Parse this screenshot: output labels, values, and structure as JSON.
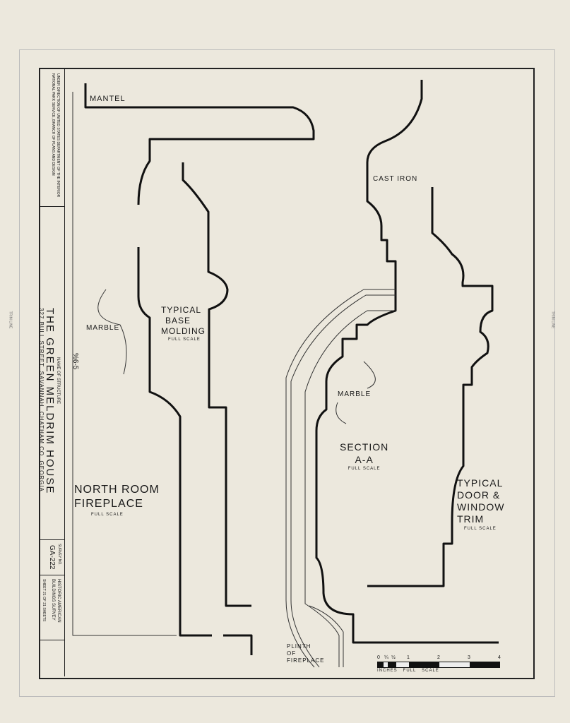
{
  "title_block": {
    "agency": "UNDER DIRECTION OF UNITED STATES DEPARTMENT OF THE INTERIOR",
    "agency_line2": "NATIONAL PARK SERVICE, BRANCH OF PLANS AND DESIGN",
    "name_label": "NAME OF STRUCTURE",
    "structure_name": "THE GREEN MELDRIM HOUSE",
    "address": "327 BULL STREET, SAVANNAH, CHATHAM CO. GEORGIA",
    "survey_label": "SURVEY NO.",
    "survey_no": "GA-222",
    "program": "HISTORIC AMERICAN BUILDINGS SURVEY",
    "sheet": "SHEET 21 OF 21 SHEETS",
    "handwritten": "%6-5"
  },
  "trim_line": "TRIM LINE",
  "labels": {
    "mantel": "MANTEL",
    "cast_iron": "CAST IRON",
    "marble_left": "MARBLE",
    "base_molding": [
      "TYPICAL",
      "BASE",
      "MOLDING"
    ],
    "full_scale": "FULL SCALE",
    "marble_center": "MARBLE",
    "section": [
      "SECTION",
      "A-A"
    ],
    "north_room": [
      "NORTH ROOM",
      "FIREPLACE"
    ],
    "door_trim": [
      "TYPICAL",
      "DOOR &",
      "WINDOW",
      "TRIM"
    ],
    "plinth": [
      "PLINTH",
      "OF",
      "FIREPLACE"
    ]
  },
  "scale_bar": {
    "ticks": [
      "0",
      "¼",
      "½",
      "1",
      "2",
      "3",
      "4"
    ],
    "caption": "INCHES   FULL   SCALE"
  }
}
